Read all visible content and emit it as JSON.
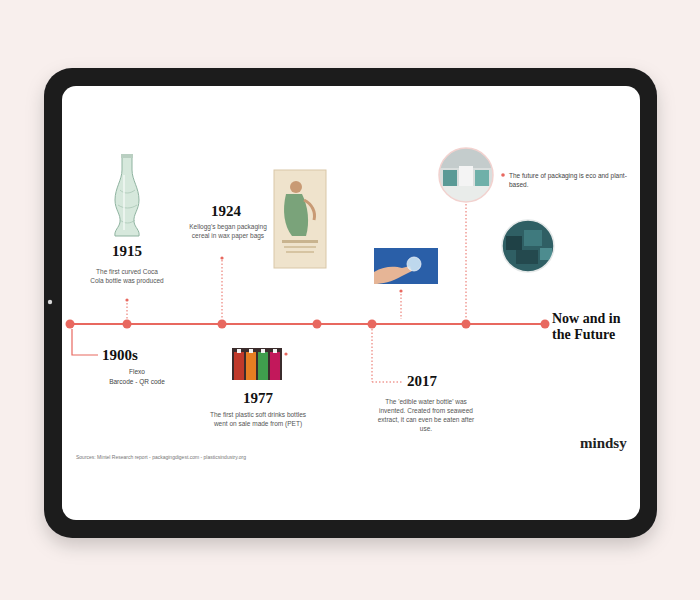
{
  "diagram": {
    "labels": [
      "1915",
      "The first curved Coca Cola bottle was produced",
      "1924",
      "Kellogg's began packaging cereal in wax paper bags",
      "1900s",
      "Flexo",
      "Barcode - QR code",
      "1977",
      "The first plastic soft drinks bottles went on sale made from (PET)",
      "2017",
      "The 'edible water bottle' was invented. Created from seaweed extract, it can even be eaten after use.",
      "The future of packaging is eco and plant-based.",
      "Now and in the Future",
      "mindsy",
      "Sources: Mintel Research report - packagingdigest.com - plasticsindustry.org"
    ]
  }
}
